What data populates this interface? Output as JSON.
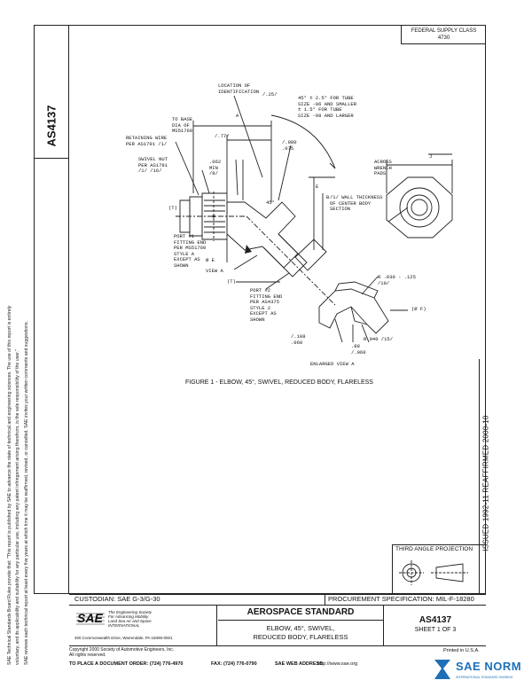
{
  "header": {
    "fsc_label": "FEDERAL SUPPLY CLASS",
    "fsc_value": "4730",
    "doc_number": "AS4137"
  },
  "disclaimer": {
    "line1": "SAE Technical Standards Board Rules provide that: \"This report is published by SAE to advance the state of technical and engineering sciences. The use of this report is entirely",
    "line2": "voluntary, and its applicability and suitability for any particular use, including any patent infringement arising therefrom, is the sole responsibility of the user.\"",
    "line3": "SAE reviews each technical report at least every five years at which time it may be reaffirmed, revised, or cancelled. SAE invites your written comments and suggestions."
  },
  "drawing": {
    "labels": {
      "location_id": "LOCATION OF\nIDENTIFICATION",
      "location_id_dim": "/.25/",
      "dim_a": "A",
      "to_base": "TO BASE\nDIA OF\nMS51760",
      "dim_77": "/.77/",
      "angle_note": "45° ± 2.5° FOR TUBE\nSIZE -06 AND SMALLER\n± 1.5° FOR TUBE\nSIZE -08 AND LARGER",
      "retaining_wire": "RETAINING WIRE\nPER AS1791 /1/",
      "swivel_nut": "SWIVEL NUT\nPER AS1791\n/1/ /16/",
      "min_dim": ".062\nMIN\n/8/",
      "dim_080": "/.080\n.075",
      "dim_e": "E",
      "dim_b": "B",
      "across_wrench": "ACROSS\nWRENCH\nPADS",
      "dim_j": "J",
      "wall_thickness": "/1/ WALL THICKNESS\nOF CENTER BODY\nSECTION",
      "dim_t1": "(T)",
      "dim_45": "45°",
      "port1": "PORT #1\nFITTING END\nPER MS51760\nSTYLE A\nEXCEPT AS\nSHOWN",
      "dia_e": "Ø E",
      "view_a": "VIEW A",
      "dim_t2": "(T)",
      "port2": "PORT #2\nFITTING END\nPER AS4375\nSTYLE 2\nEXCEPT AS\nSHOWN",
      "radius_note": "R .030 - .125\n/10/",
      "dim_f": "(Ø F)",
      "dim_188": "/.188\n.060",
      "dim_r040": "R.040 /15/",
      "dim_88": ".88\n/.060",
      "enlarged": "ENLARGED VIEW A"
    },
    "caption": "FIGURE 1 - ELBOW, 45°, SWIVEL, REDUCED BODY, FLARELESS"
  },
  "side_stamp": {
    "text": "ISSUED 1992-11     REAFFIRMED 2000-10"
  },
  "third_angle": {
    "label": "THIRD ANGLE PROJECTION"
  },
  "title_block": {
    "custodian": "CUSTODIAN:  SAE G-3/G-30",
    "procurement": "PROCUREMENT SPECIFICATION:  MIL-F-18280",
    "logo_text": "SAE",
    "society_lines": "The Engineering Society\nFor Advancing Mobility\nLand Sea Air and Space\nINTERNATIONAL",
    "international": "INTERNATIONAL",
    "address": "400 Commonwealth Drive, Warrendale, PA 15096-0001",
    "standard_type": "AEROSPACE STANDARD",
    "title_line1": "ELBOW, 45°, SWIVEL,",
    "title_line2": "REDUCED BODY, FLARELESS",
    "doc_number": "AS4137",
    "sheet": "SHEET 1 OF 3"
  },
  "footer": {
    "copyright": "Copyright 2000 Society of Automotive Engineers, Inc.\nAll rights reserved.",
    "printed": "Printed in U.S.A.",
    "order_label": "TO PLACE A DOCUMENT ORDER:  (724) 776-4970",
    "fax_label": "FAX:  (724) 776-0790",
    "web_label": "SAE WEB ADDRESS:",
    "web_addr": "http://www.sae.org"
  },
  "watermark": {
    "text": "SAE NORM",
    "sub": "INTERNATIONAL STANDARD SHARING"
  }
}
